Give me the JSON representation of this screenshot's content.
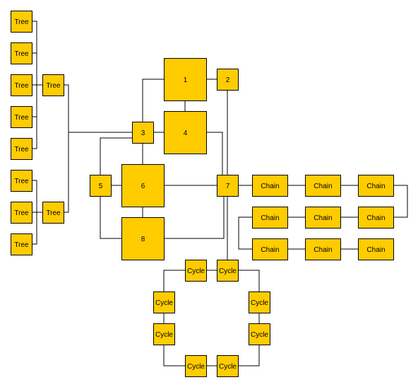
{
  "colors": {
    "node_fill": "#FFCC00",
    "node_stroke": "#000000",
    "edge": "#000000",
    "background": "#FFFFFF"
  },
  "nodes": [
    {
      "id": "t1",
      "label": "Tree"
    },
    {
      "id": "t2",
      "label": "Tree"
    },
    {
      "id": "t3",
      "label": "Tree"
    },
    {
      "id": "t4",
      "label": "Tree"
    },
    {
      "id": "t5",
      "label": "Tree"
    },
    {
      "id": "t6",
      "label": "Tree"
    },
    {
      "id": "t7",
      "label": "Tree"
    },
    {
      "id": "t8",
      "label": "Tree"
    },
    {
      "id": "tA",
      "label": "Tree"
    },
    {
      "id": "tB",
      "label": "Tree"
    },
    {
      "id": "n1",
      "label": "1"
    },
    {
      "id": "n2",
      "label": "2"
    },
    {
      "id": "n3",
      "label": "3"
    },
    {
      "id": "n4",
      "label": "4"
    },
    {
      "id": "n5",
      "label": "5"
    },
    {
      "id": "n6",
      "label": "6"
    },
    {
      "id": "n7",
      "label": "7"
    },
    {
      "id": "n8",
      "label": "8"
    },
    {
      "id": "c1",
      "label": "Chain"
    },
    {
      "id": "c2",
      "label": "Chain"
    },
    {
      "id": "c3",
      "label": "Chain"
    },
    {
      "id": "c4",
      "label": "Chain"
    },
    {
      "id": "c5",
      "label": "Chain"
    },
    {
      "id": "c6",
      "label": "Chain"
    },
    {
      "id": "c7",
      "label": "Chain"
    },
    {
      "id": "c8",
      "label": "Chain"
    },
    {
      "id": "c9",
      "label": "Chain"
    },
    {
      "id": "y1",
      "label": "Cycle"
    },
    {
      "id": "y2",
      "label": "Cycle"
    },
    {
      "id": "y3",
      "label": "Cycle"
    },
    {
      "id": "y4",
      "label": "Cycle"
    },
    {
      "id": "y5",
      "label": "Cycle"
    },
    {
      "id": "y6",
      "label": "Cycle"
    },
    {
      "id": "y7",
      "label": "Cycle"
    },
    {
      "id": "y8",
      "label": "Cycle"
    }
  ],
  "edges": [
    [
      "t1",
      "tA"
    ],
    [
      "t2",
      "tA"
    ],
    [
      "t3",
      "tA"
    ],
    [
      "t4",
      "tA"
    ],
    [
      "t5",
      "tA"
    ],
    [
      "t6",
      "tB"
    ],
    [
      "t7",
      "tB"
    ],
    [
      "t8",
      "tB"
    ],
    [
      "tA",
      "n3"
    ],
    [
      "tB",
      "n3"
    ],
    [
      "n1",
      "n2"
    ],
    [
      "n1",
      "n3"
    ],
    [
      "n1",
      "n4"
    ],
    [
      "n2",
      "n7"
    ],
    [
      "n3",
      "n4"
    ],
    [
      "n3",
      "n5"
    ],
    [
      "n3",
      "n6"
    ],
    [
      "n4",
      "n7"
    ],
    [
      "n5",
      "n6"
    ],
    [
      "n5",
      "n8"
    ],
    [
      "n6",
      "n7"
    ],
    [
      "n6",
      "n8"
    ],
    [
      "n7",
      "n8"
    ],
    [
      "n7",
      "c1"
    ],
    [
      "n7",
      "y2"
    ],
    [
      "c1",
      "c2"
    ],
    [
      "c2",
      "c3"
    ],
    [
      "c3",
      "c4"
    ],
    [
      "c4",
      "c5"
    ],
    [
      "c5",
      "c6"
    ],
    [
      "c6",
      "c7"
    ],
    [
      "c7",
      "c8"
    ],
    [
      "c8",
      "c9"
    ],
    [
      "y1",
      "y2"
    ],
    [
      "y2",
      "y3"
    ],
    [
      "y3",
      "y4"
    ],
    [
      "y4",
      "y5"
    ],
    [
      "y5",
      "y6"
    ],
    [
      "y6",
      "y7"
    ],
    [
      "y7",
      "y8"
    ],
    [
      "y8",
      "y1"
    ]
  ]
}
